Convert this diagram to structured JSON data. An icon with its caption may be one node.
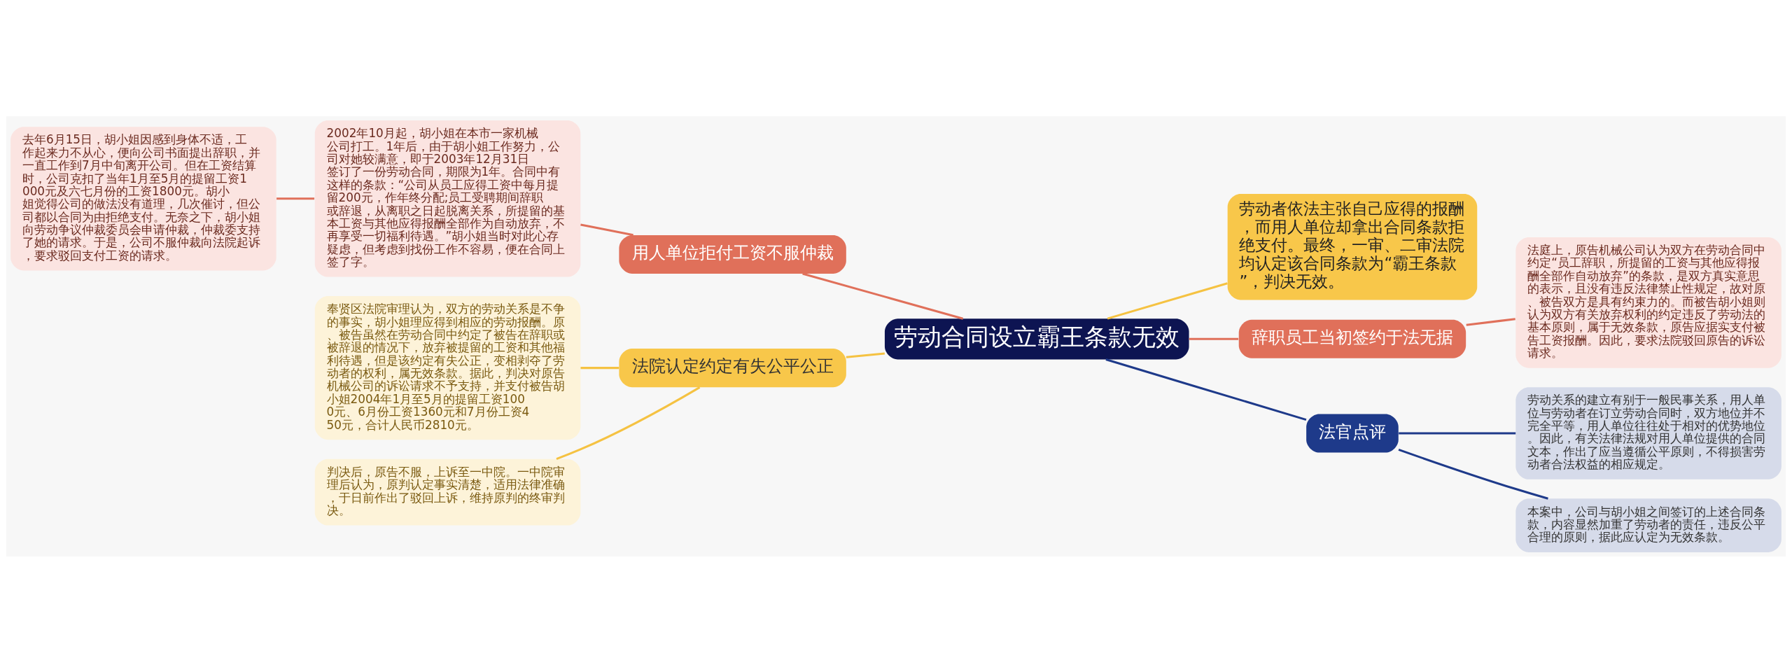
{
  "diagram": {
    "nodes": [
      {
        "text": [
          "劳动合同设立霸王条款无效"
        ]
      },
      {
        "text": [
          "用人单位拒付工资不服仲裁"
        ]
      },
      {
        "text": [
          "2002年10月起，胡小姐在本市一家机械公司打工。1年后，由于胡小姐工作努力，公司对她较满意，即于2003年12月31日签订了一份劳动合同，期限为1年。合同中有这样的条款：“公司从员工应得工资中每月提留200元，作年终分配;员工受聘期间辞职或辞退，从离职之日起脱离关系，所提留的基本工资与其他应得报酬全部作为自动放弃，不再享受一切福利待遇。”胡小姐当时对此心存疑虑，但考虑到找份工作不容易，便在合同上签了字。"
        ]
      },
      {
        "text": [
          "去年6月15日，胡小姐因感到身体不适，工作起来力不从心，便向公司书面提出辞职，并一直工作到7月中旬离开公司。但在工资结算时，公司克扣了当年1月至5月的提留工资1000元及六七月份的工资1800元。胡小姐觉得公司的做法没有道理，几次催讨，但公司都以合同为由拒绝支付。无奈之下，胡小姐向劳动争议仲裁委员会申请仲裁，仲裁委支持了她的请求。于是，公司不服仲裁向法院起诉，要求驳回支付工资的请求。"
        ]
      },
      {
        "text": [
          "法院认定约定有失公平公正"
        ]
      },
      {
        "text": [
          "奉贤区法院审理认为，双方的劳动关系是不争的事实，胡小姐理应得到相应的劳动报酬。原、被告虽然在劳动合同中约定了被告在辞职或被辞退的情况下，放弃被提留的工资和其他福利待遇，但是该约定有失公正，变相剥夺了劳动者的权利，属无效条款。据此，判决对原告机械公司的诉讼请求不予支持，并支付被告胡小姐2004年1月至5月的提留工资1000元、6月份工资1360元和7月份工资450元，合计人民币2810元。"
        ]
      },
      {
        "text": [
          "判决后，原告不服，上诉至一中院。一中院审理后认为，原判认定事实清楚，适用法律准确，于日前作出了驳回上诉，维持原判的终审判决。"
        ]
      },
      {
        "text": [
          "劳动者依法主张自己应得的报酬，而用人单位却拿出合同条款拒绝支付。最终，一审、二审法院均认定该合同条款为“霸王条款”，判决无效。"
        ]
      },
      {
        "text": [
          "辞职员工当初签约于法无据"
        ]
      },
      {
        "text": [
          "法庭上，原告机械公司认为双方在劳动合同中约定“员工辞职，所提留的工资与其他应得报酬全部作自动放弃”的条款，是双方真实意思的表示，且没有违反法律禁止性规定，故对原、被告双方是具有约束力的。而被告胡小姐则认为双方有关放弃权利的约定违反了劳动法的基本原则，属于无效条款，原告应据实支付被告工资报酬。因此，要求法院驳回原告的诉讼请求。"
        ]
      },
      {
        "text": [
          "法官点评"
        ]
      },
      {
        "text": [
          "劳动关系的建立有别于一般民事关系，用人单位与劳动者在订立劳动合同时，双方地位并不完全平等，用人单位往往处于相对的优势地位。因此，有关法律法规对用人单位提供的合同文本，作出了应当遵循公平原则，不得损害劳动者合法权益的相应规定。"
        ]
      },
      {
        "text": [
          "本案中，公司与胡小姐之间签订的上述合同条款，内容显然加重了劳动者的责任，违反公平合理的原则，据此应认定为无效条款。"
        ]
      }
    ],
    "edges": [
      {
        "from": 0,
        "to": 1,
        "arrow": "none",
        "color": "#e0705a"
      },
      {
        "from": 1,
        "to": 2,
        "arrow": "none",
        "color": "#e0705a"
      },
      {
        "from": 2,
        "to": 3,
        "arrow": "none",
        "color": "#e0705a"
      },
      {
        "from": 0,
        "to": 4,
        "arrow": "none",
        "color": "#f5c242"
      },
      {
        "from": 4,
        "to": 5,
        "arrow": "none",
        "color": "#f5c242"
      },
      {
        "from": 4,
        "to": 6,
        "arrow": "none",
        "color": "#f5c242"
      },
      {
        "from": 0,
        "to": 7,
        "arrow": "none",
        "color": "#f5c242"
      },
      {
        "from": 0,
        "to": 8,
        "arrow": "none",
        "color": "#e0705a"
      },
      {
        "from": 8,
        "to": 9,
        "arrow": "none",
        "color": "#e0705a"
      },
      {
        "from": 0,
        "to": 10,
        "arrow": "none",
        "color": "#1e3a8a"
      },
      {
        "from": 10,
        "to": 11,
        "arrow": "none",
        "color": "#1e3a8a"
      },
      {
        "from": 10,
        "to": 12,
        "arrow": "none",
        "color": "#1e3a8a"
      }
    ]
  }
}
